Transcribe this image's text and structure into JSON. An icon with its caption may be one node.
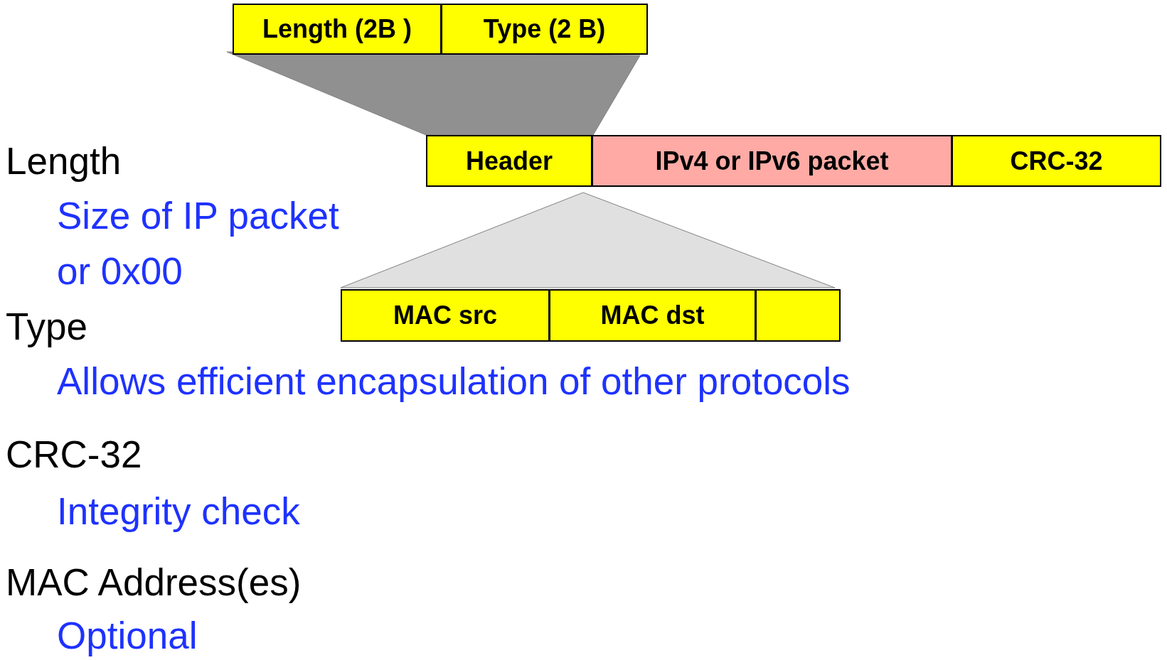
{
  "diagram": {
    "nodes": [
      {
        "text": [
          "Length (2B )"
        ]
      },
      {
        "text": [
          "Type (2 B)"
        ]
      },
      {
        "text": [],
        "shape": "trapezoid"
      },
      {
        "text": [
          "Header"
        ]
      },
      {
        "text": [
          "IPv4 or IPv6 packet"
        ]
      },
      {
        "text": [
          "CRC-32"
        ]
      },
      {
        "text": [],
        "shape": "triangle"
      },
      {
        "text": [
          "MAC src"
        ]
      },
      {
        "text": [
          "MAC dst"
        ]
      },
      {
        "text": [],
        "shape": "box"
      }
    ],
    "edges": [],
    "labels": [
      "Length",
      "Size of IP packet or 0x00",
      "Type",
      "Allows efficient encapsulation of other protocols",
      "CRC-32",
      "Integrity check",
      "MAC Address(es)",
      "Optional"
    ]
  }
}
